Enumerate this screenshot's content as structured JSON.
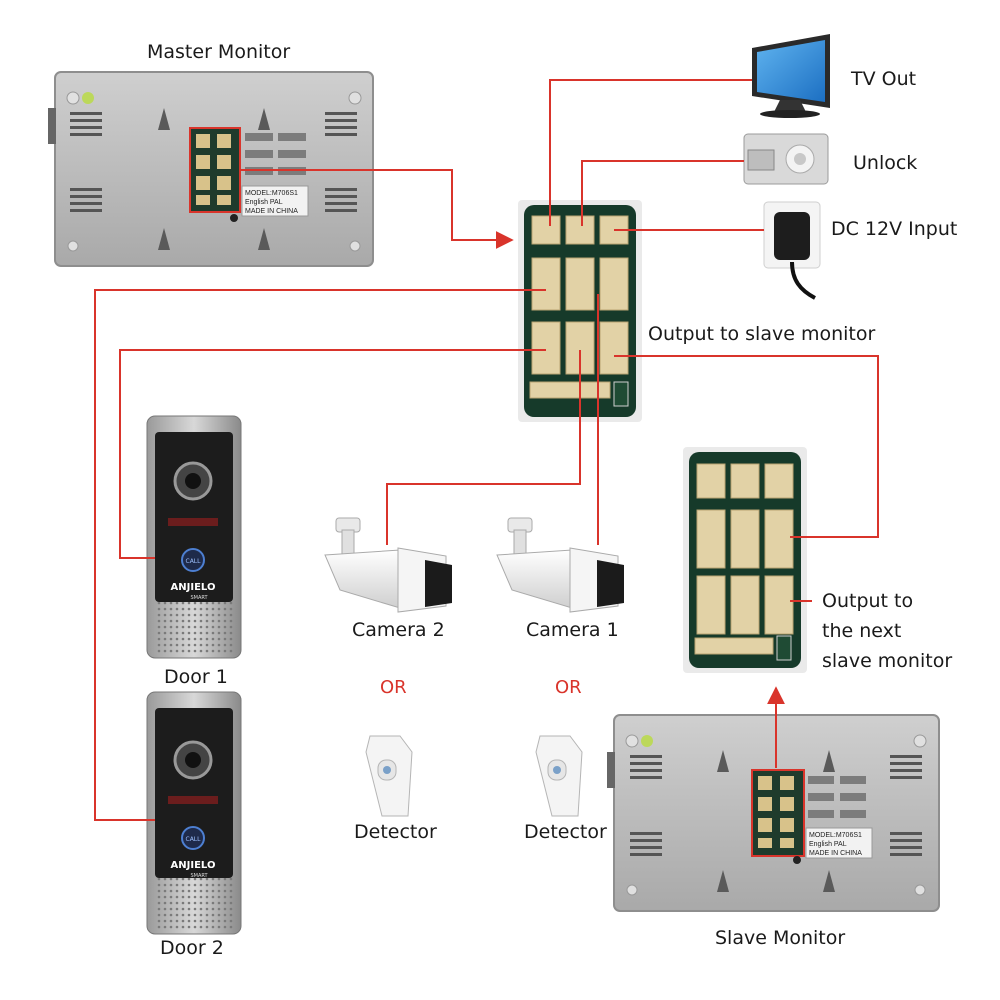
{
  "labels": {
    "master_monitor": "Master Monitor",
    "slave_monitor": "Slave Monitor",
    "tv_out": "TV Out",
    "unlock": "Unlock",
    "dc_input": "DC 12V Input",
    "output_to_slave": "Output to slave monitor",
    "output_next": "Output to\nthe next\nslave monitor",
    "camera_2": "Camera 2",
    "camera_1": "Camera 1",
    "or_1": "OR",
    "or_2": "OR",
    "detector_1": "Detector",
    "detector_2": "Detector",
    "door_1": "Door 1",
    "door_2": "Door 2"
  },
  "monitor_sticker": {
    "model": "MODEL:M706S1",
    "lang": "English PAL",
    "origin": "MADE IN CHINA"
  },
  "door_brand": {
    "name": "ANJIELO",
    "sub": "SMART",
    "call": "CALL"
  },
  "colors": {
    "wire": "#d9342b",
    "monitor_body": "#b9b9b9",
    "pcb": "#163a2a",
    "door_panel": "#1c1c1c"
  }
}
